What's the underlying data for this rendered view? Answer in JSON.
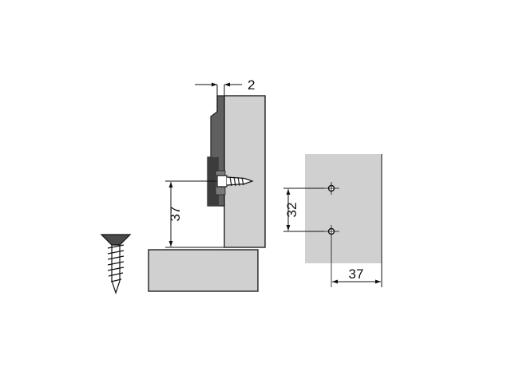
{
  "dimensions": {
    "offset_label": "2",
    "height_label": "37",
    "hole_spacing_label": "32",
    "hole_edge_label": "37"
  },
  "colors": {
    "panel_fill": "#d0d0d0",
    "panel_stroke": "#222222",
    "plate_fill": "#5f5f5f",
    "plate_dark": "#3c3c3c",
    "line": "#111111",
    "background": "#ffffff"
  },
  "icons": [
    "screw-icon"
  ]
}
